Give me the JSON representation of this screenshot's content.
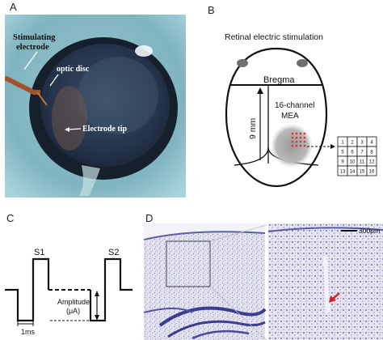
{
  "figure": {
    "panelA": {
      "letter": "A",
      "labels": {
        "stim_line1": "Stimulating",
        "stim_line2": "electrode",
        "optic_disc": "optic disc",
        "electrode_tip": "Electrode tip"
      }
    },
    "panelB": {
      "letter": "B",
      "labels": {
        "title": "Retinal electric stimulation",
        "bregma": "Bregma",
        "mea_line1": "16-channel",
        "mea_line2": "MEA",
        "distance": "9 mm"
      },
      "grid": [
        "1",
        "2",
        "3",
        "4",
        "5",
        "6",
        "7",
        "8",
        "9",
        "10",
        "11",
        "12",
        "13",
        "14",
        "15",
        "16"
      ]
    },
    "panelC": {
      "letter": "C",
      "labels": {
        "s1": "S1",
        "s2": "S2",
        "amp_line1": "Amplitude",
        "amp_line2": "(μA)",
        "duration": "1ms"
      }
    },
    "panelD": {
      "letter": "D",
      "labels": {
        "scale": "300μm"
      }
    }
  }
}
